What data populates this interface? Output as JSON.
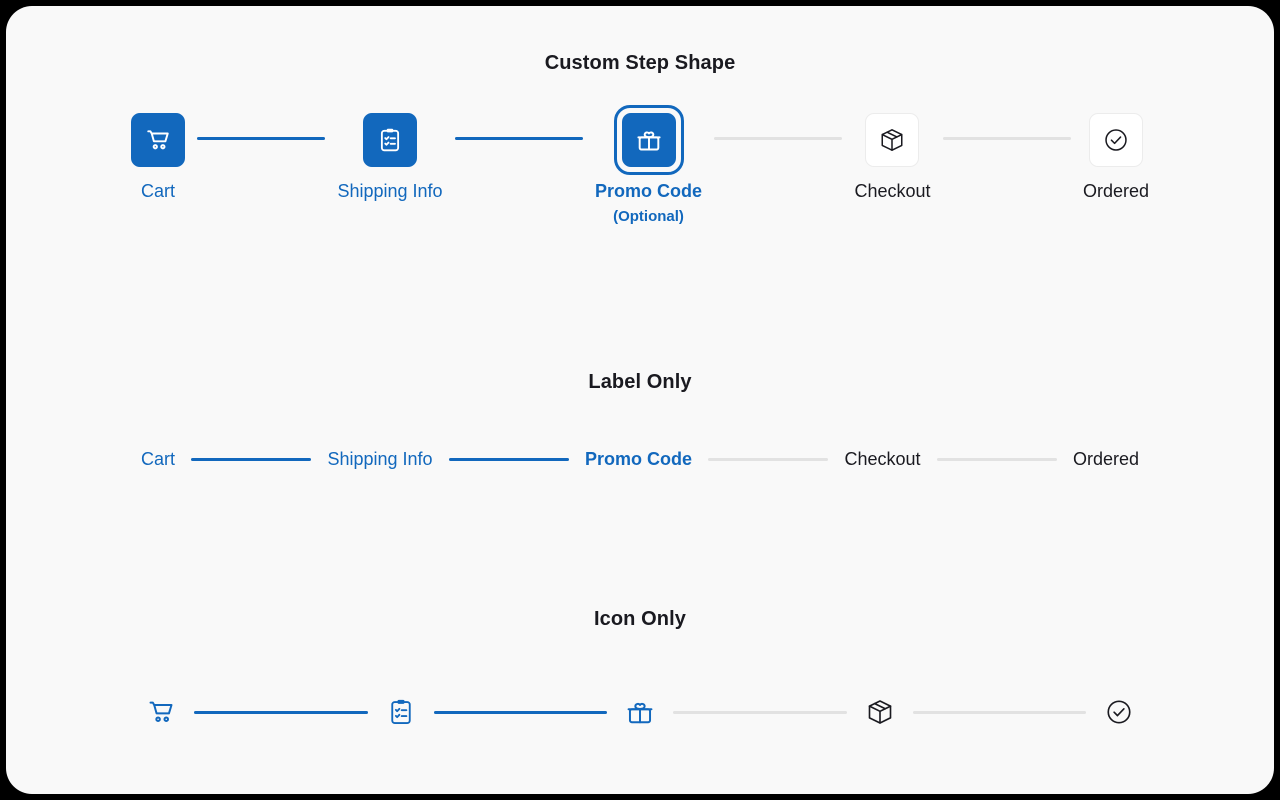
{
  "sections": [
    {
      "title": "Custom Step Shape",
      "variant": "icon-box-with-label",
      "steps": [
        {
          "label": "Cart",
          "sublabel": "",
          "icon": "shopping-cart-icon",
          "state": "done"
        },
        {
          "label": "Shipping Info",
          "sublabel": "",
          "icon": "clipboard-check-icon",
          "state": "done"
        },
        {
          "label": "Promo Code",
          "sublabel": "(Optional)",
          "icon": "gift-icon",
          "state": "active"
        },
        {
          "label": "Checkout",
          "sublabel": "",
          "icon": "package-box-icon",
          "state": "upcoming"
        },
        {
          "label": "Ordered",
          "sublabel": "",
          "icon": "check-circle-icon",
          "state": "upcoming"
        }
      ],
      "connectors": [
        "done",
        "done",
        "upcoming",
        "upcoming"
      ]
    },
    {
      "title": "Label Only",
      "variant": "label-only",
      "steps": [
        {
          "label": "Cart",
          "state": "done"
        },
        {
          "label": "Shipping Info",
          "state": "done"
        },
        {
          "label": "Promo Code",
          "state": "active"
        },
        {
          "label": "Checkout",
          "state": "upcoming"
        },
        {
          "label": "Ordered",
          "state": "upcoming"
        }
      ],
      "connectors": [
        "done",
        "done",
        "upcoming",
        "upcoming"
      ]
    },
    {
      "title": "Icon Only",
      "variant": "icon-only",
      "steps": [
        {
          "label": "Cart",
          "icon": "shopping-cart-icon",
          "state": "done"
        },
        {
          "label": "Shipping Info",
          "icon": "clipboard-check-icon",
          "state": "done"
        },
        {
          "label": "Promo Code",
          "icon": "gift-icon",
          "state": "active"
        },
        {
          "label": "Checkout",
          "icon": "package-box-icon",
          "state": "upcoming"
        },
        {
          "label": "Ordered",
          "icon": "check-circle-icon",
          "state": "upcoming"
        }
      ],
      "connectors": [
        "done",
        "done",
        "upcoming",
        "upcoming"
      ]
    }
  ],
  "colors": {
    "accent": "#1268bd",
    "inactive_line": "#e2e2e2",
    "icon_dark": "#1a1a20",
    "card_bg": "#f9f9f9",
    "page_bg": "#000000"
  }
}
